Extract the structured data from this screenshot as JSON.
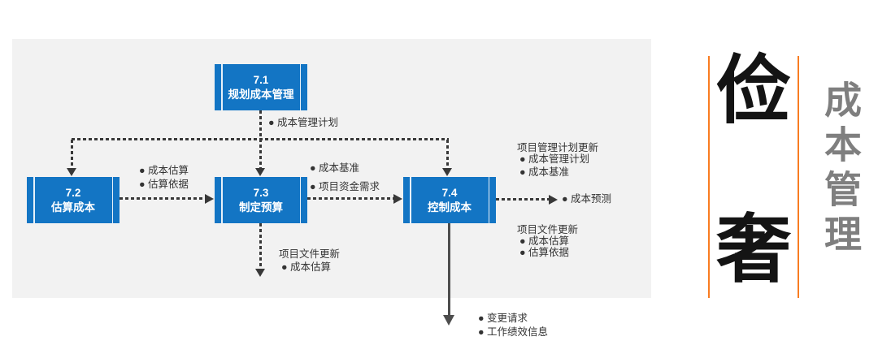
{
  "diagram": {
    "colors": {
      "panel_bg": "#F2F2F2",
      "box_blue": "#1375C4",
      "connector": "#383838",
      "solid_arrow": "#4D4D4D"
    },
    "boxes": [
      {
        "id": "7.1",
        "label": "规划成本管理"
      },
      {
        "id": "7.2",
        "label": "估算成本"
      },
      {
        "id": "7.3",
        "label": "制定预算"
      },
      {
        "id": "7.4",
        "label": "控制成本"
      }
    ],
    "annotations": {
      "plan_output": "● 成本管理计划",
      "estimate_outputs": [
        "● 成本估算",
        "● 估算依据"
      ],
      "budget_outputs": [
        "● 成本基准",
        "● 项目资金需求"
      ],
      "pm_plan_updates": {
        "title": "项目管理计划更新",
        "items": [
          "● 成本管理计划",
          "● 成本基准"
        ]
      },
      "cost_forecast": "● 成本预测",
      "doc_updates_right": {
        "title": "项目文件更新",
        "items": [
          "● 成本估算",
          "● 估算依据"
        ]
      },
      "doc_updates_bottom": {
        "title": "项目文件更新",
        "items": [
          "● 成本估算"
        ]
      },
      "control_outputs": [
        "● 变更请求",
        "● 工作绩效信息"
      ]
    }
  },
  "side_title": {
    "big_chars": [
      "俭",
      "奢"
    ],
    "vertical_text": "成本管理",
    "accent_color": "#F97C21",
    "big_char_color": "#141414",
    "vertical_text_color": "#7F7F7F"
  }
}
